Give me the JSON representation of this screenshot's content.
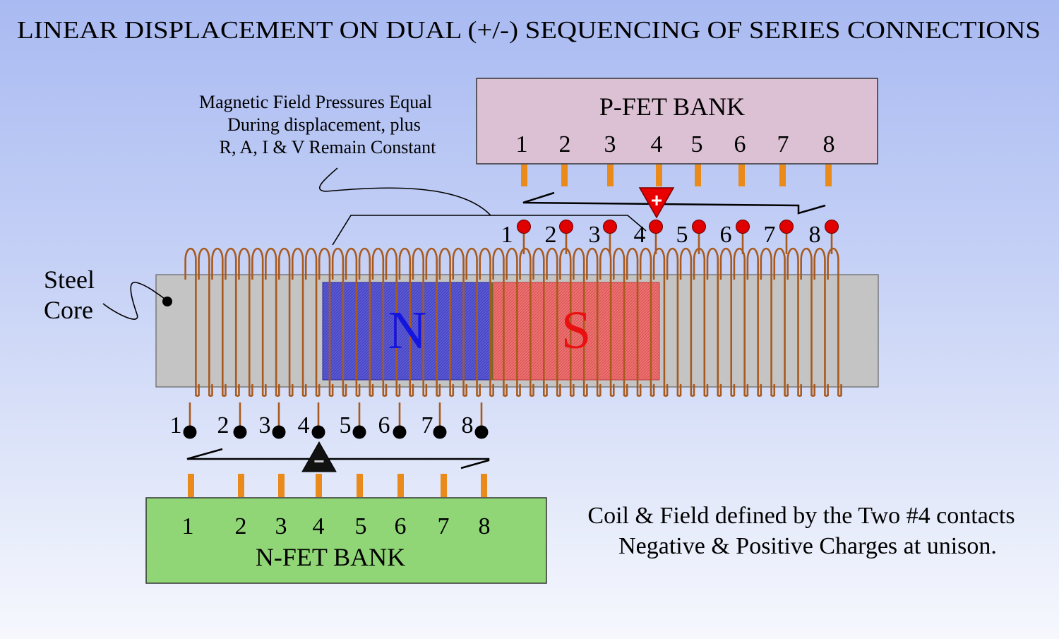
{
  "title": "LINEAR DISPLACEMENT ON DUAL (+/-) SEQUENCING OF SERIES CONNECTIONS",
  "callout": {
    "lines": [
      "Magnetic Field Pressures Equal",
      "During displacement, plus",
      "R, A, I & V Remain Constant"
    ]
  },
  "steel_core_label": [
    "Steel",
    "Core"
  ],
  "p_bank": {
    "label": "P-FET BANK",
    "numbers": [
      "1",
      "2",
      "3",
      "4",
      "5",
      "6",
      "7",
      "8"
    ],
    "active_contact": "4",
    "polarity_symbol": "+",
    "fill_color": "#dcc0d4"
  },
  "n_bank": {
    "label": "N-FET BANK",
    "numbers": [
      "1",
      "2",
      "3",
      "4",
      "5",
      "6",
      "7",
      "8"
    ],
    "active_contact": "4",
    "polarity_symbol": "−",
    "fill_color": "#90d676"
  },
  "top_contacts": {
    "numbers": [
      "1",
      "2",
      "3",
      "4",
      "5",
      "6",
      "7",
      "8"
    ],
    "dot_color": "#e00000"
  },
  "bottom_contacts": {
    "numbers": [
      "1",
      "2",
      "3",
      "4",
      "5",
      "6",
      "7",
      "8"
    ],
    "dot_color": "#000000"
  },
  "magnet": {
    "north_label": "N",
    "south_label": "S",
    "north_color": "#5a5ad6",
    "south_color": "#e86a6a"
  },
  "colors": {
    "coil": "#a85a1e",
    "pin": "#e98a1a",
    "core": "#c4c4c4"
  },
  "note": {
    "lines": [
      "Coil & Field defined by the Two #4 contacts",
      "Negative & Positive Charges at unison."
    ]
  }
}
